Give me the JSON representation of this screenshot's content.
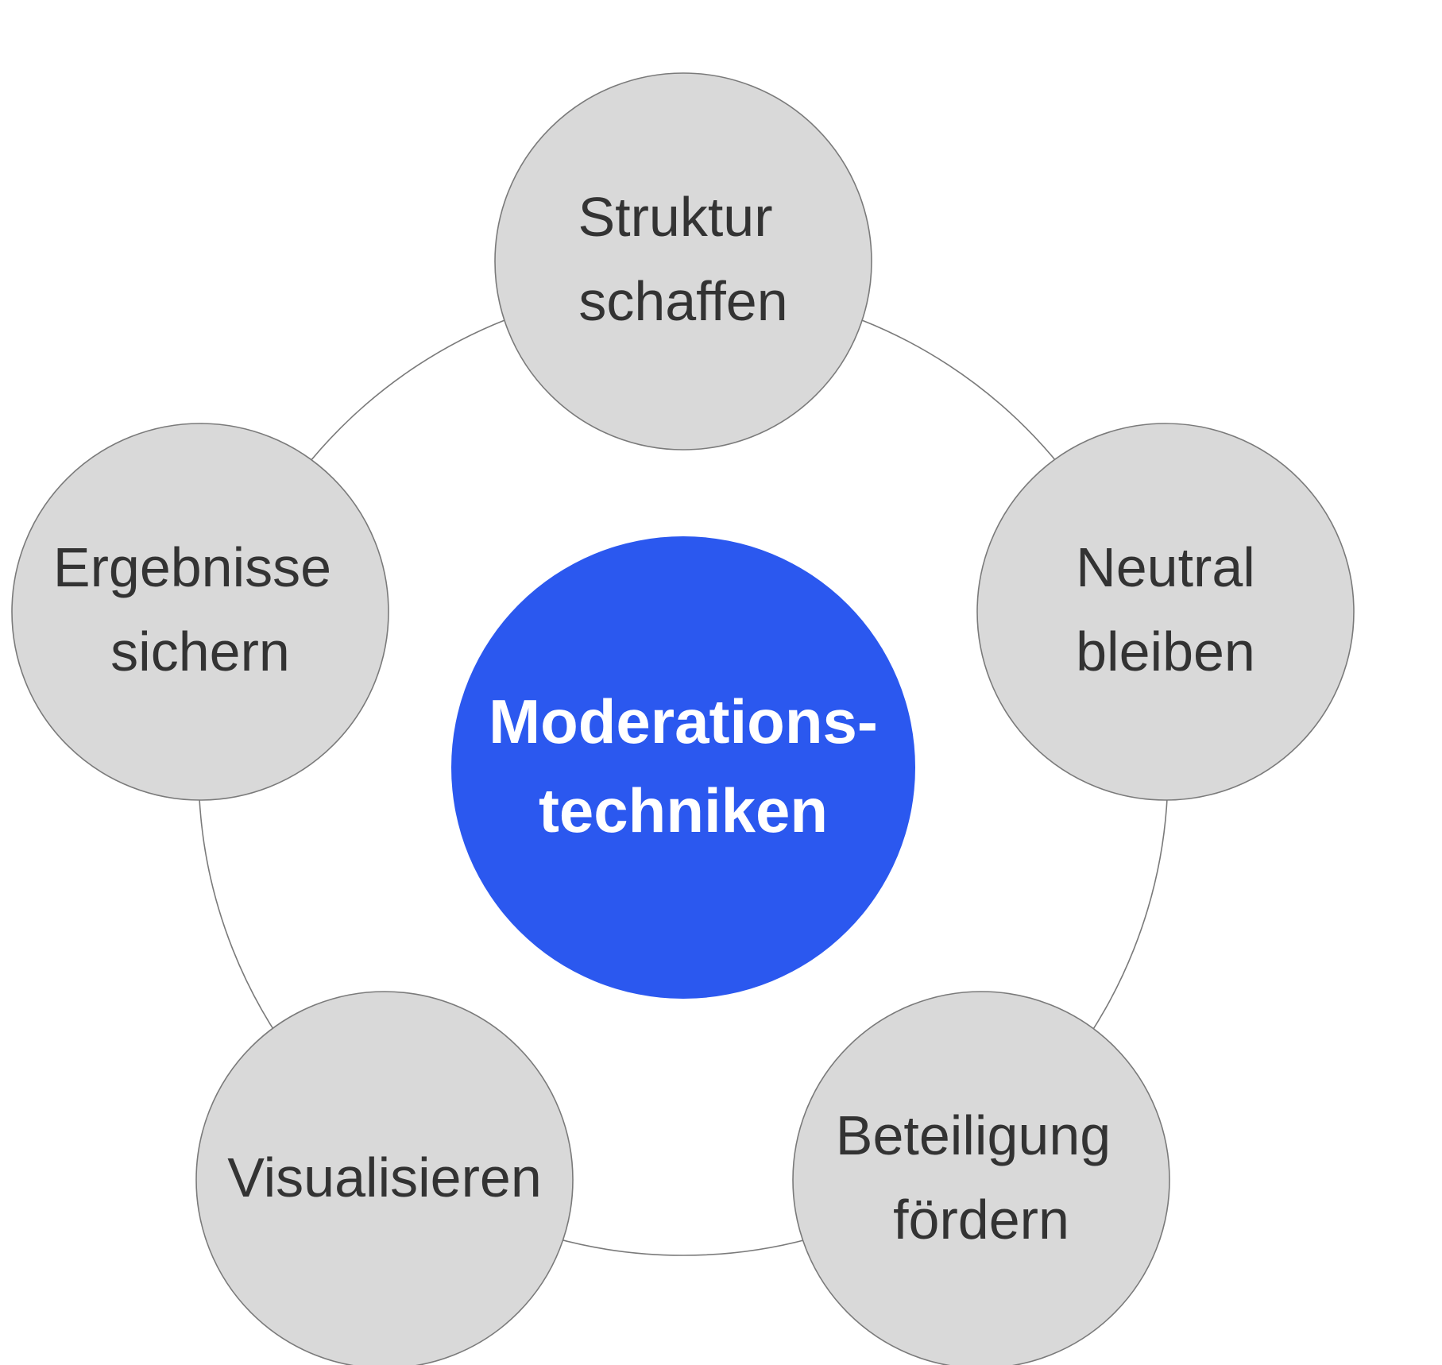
{
  "center": {
    "line1": "Moderations-",
    "line2": "techniken",
    "color": "#2b58ef"
  },
  "nodes": [
    {
      "line1": "Struktur",
      "line2": "schaffen"
    },
    {
      "line1": "Neutral",
      "line2": "bleiben"
    },
    {
      "line1": "Beteiligung",
      "line2": "fördern"
    },
    {
      "line1": "Visualisieren"
    },
    {
      "line1": "Ergebnisse",
      "line2": "sichern"
    }
  ],
  "colors": {
    "node_fill": "#d9d9d9",
    "outline": "#7a7a7a",
    "node_text": "#333333"
  }
}
